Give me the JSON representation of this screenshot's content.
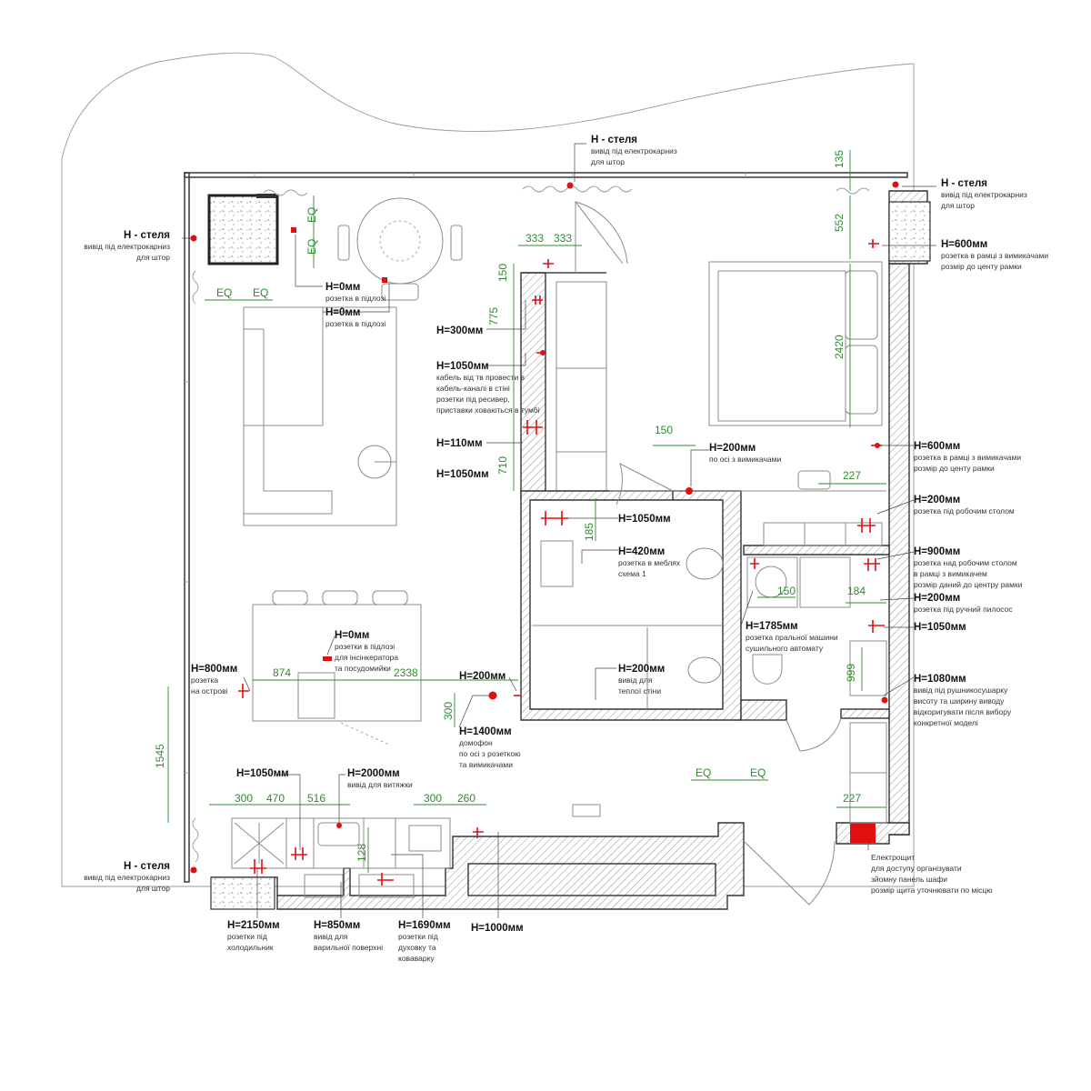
{
  "colors": {
    "accent": "#e01010",
    "dimension": "#2e8b2e",
    "wall": "#333333",
    "furniture": "#8c8c8c"
  },
  "dimensions": [
    {
      "id": "d1",
      "text": "135"
    },
    {
      "id": "d2",
      "text": "552"
    },
    {
      "id": "d3",
      "text": "2420"
    },
    {
      "id": "d4",
      "text": "333"
    },
    {
      "id": "d5",
      "text": "333"
    },
    {
      "id": "d6",
      "text": "150"
    },
    {
      "id": "d7",
      "text": "775"
    },
    {
      "id": "d8",
      "text": "710"
    },
    {
      "id": "d9",
      "text": "150"
    },
    {
      "id": "d10",
      "text": "227"
    },
    {
      "id": "d11",
      "text": "185"
    },
    {
      "id": "d12",
      "text": "150"
    },
    {
      "id": "d13",
      "text": "184"
    },
    {
      "id": "d14",
      "text": "999"
    },
    {
      "id": "d15",
      "text": "874"
    },
    {
      "id": "d16",
      "text": "2338"
    },
    {
      "id": "d17",
      "text": "300"
    },
    {
      "id": "d18",
      "text": "1545"
    },
    {
      "id": "d19",
      "text": "300"
    },
    {
      "id": "d20",
      "text": "470"
    },
    {
      "id": "d21",
      "text": "516"
    },
    {
      "id": "d22",
      "text": "300"
    },
    {
      "id": "d23",
      "text": "260"
    },
    {
      "id": "d24",
      "text": "128"
    },
    {
      "id": "d25",
      "text": "227"
    },
    {
      "id": "d26",
      "text": "EQ"
    },
    {
      "id": "d27",
      "text": "EQ"
    },
    {
      "id": "d28",
      "text": "EQ"
    },
    {
      "id": "d29",
      "text": "EQ"
    },
    {
      "id": "d30",
      "text": "EQ"
    },
    {
      "id": "d31",
      "text": "EQ"
    }
  ],
  "labels": [
    {
      "id": "l1",
      "title": "H - стеля",
      "lines": [
        "вивід під електрокарниз",
        "для штор"
      ]
    },
    {
      "id": "l2",
      "title": "H - стеля",
      "lines": [
        "вивід під електрокарниз",
        "для штор"
      ]
    },
    {
      "id": "l3",
      "title": "H - стеля",
      "lines": [
        "вивід під електрокарниз",
        "для штор"
      ]
    },
    {
      "id": "l4",
      "title": "H=600мм",
      "lines": [
        "розетка в рамці з вимикачами",
        "розмір до центу рамки"
      ]
    },
    {
      "id": "l5",
      "title": "H=0мм",
      "lines": [
        "розетка в підлозі"
      ]
    },
    {
      "id": "l6",
      "title": "H=0мм",
      "lines": [
        "розетка в підлозі"
      ]
    },
    {
      "id": "l7",
      "title": "H=300мм",
      "lines": []
    },
    {
      "id": "l8",
      "title": "H=1050мм",
      "lines": [
        "кабель від тв провести в",
        "кабель-каналі в стіні",
        "розетки під ресивер,",
        "приставки ховаються в тумбі"
      ]
    },
    {
      "id": "l9",
      "title": "H=110мм",
      "lines": []
    },
    {
      "id": "l10",
      "title": "H=1050мм",
      "lines": []
    },
    {
      "id": "l11",
      "title": "H=200мм",
      "lines": [
        "по осі з вимикачами"
      ]
    },
    {
      "id": "l12",
      "title": "H=600мм",
      "lines": [
        "розетка в рамці з вимикачами",
        "розмір до центу рамки"
      ]
    },
    {
      "id": "l13",
      "title": "H=200мм",
      "lines": [
        "розетка під робочим столом"
      ]
    },
    {
      "id": "l14",
      "title": "H=1050мм",
      "lines": []
    },
    {
      "id": "l15",
      "title": "H=420мм",
      "lines": [
        "розетка в меблях",
        "схема 1"
      ]
    },
    {
      "id": "l16",
      "title": "H=900мм",
      "lines": [
        "розетка над робочим столом",
        "в рамці з вимикачем",
        "розмір даний до центру рамки"
      ]
    },
    {
      "id": "l17",
      "title": "H=200мм",
      "lines": [
        "розетка під ручний пилосос"
      ]
    },
    {
      "id": "l18",
      "title": "H=1785мм",
      "lines": [
        "розетка пральної машини",
        "сушильного автомату"
      ]
    },
    {
      "id": "l19",
      "title": "H=1050мм",
      "lines": []
    },
    {
      "id": "l20",
      "title": "H=0мм",
      "lines": [
        "розетки в підлозі",
        "для інсінкератора",
        "та посудомийки"
      ]
    },
    {
      "id": "l21",
      "title": "H=800мм",
      "lines": [
        "розетка",
        "на острові"
      ]
    },
    {
      "id": "l22",
      "title": "H=200мм",
      "lines": []
    },
    {
      "id": "l23",
      "title": "H=200мм",
      "lines": [
        "вивід для",
        "теплої стіни"
      ]
    },
    {
      "id": "l24",
      "title": "H=1080мм",
      "lines": [
        "вивід під рушникосушарку",
        "висоту та ширину виводу",
        "відкоригувати після вибору",
        "конкретної моделі"
      ]
    },
    {
      "id": "l25",
      "title": "H=1400мм",
      "lines": [
        "домофон",
        "по осі з розеткою",
        "та вимикачами"
      ]
    },
    {
      "id": "l26",
      "title": "H=1050мм",
      "lines": []
    },
    {
      "id": "l27",
      "title": "H=2000мм",
      "lines": [
        "вивід для витяжки"
      ]
    },
    {
      "id": "l28",
      "title": "H=2150мм",
      "lines": [
        "розетки під",
        "холодильник"
      ]
    },
    {
      "id": "l29",
      "title": "H=850мм",
      "lines": [
        "вивід для",
        "варильної поверхні"
      ]
    },
    {
      "id": "l30",
      "title": "H=1690мм",
      "lines": [
        "розетки під",
        "духовку та",
        "коваварку"
      ]
    },
    {
      "id": "l31",
      "title": "H=1000мм",
      "lines": []
    },
    {
      "id": "l32",
      "title": "",
      "lines": [
        "Електрощит",
        "для доступу організувати",
        "зйомну панель шафи",
        "розмір щита уточнювати по місцю"
      ]
    },
    {
      "id": "l33",
      "title": "H - стеля",
      "lines": [
        "вивід під електрокарниз",
        "для штор"
      ]
    }
  ]
}
